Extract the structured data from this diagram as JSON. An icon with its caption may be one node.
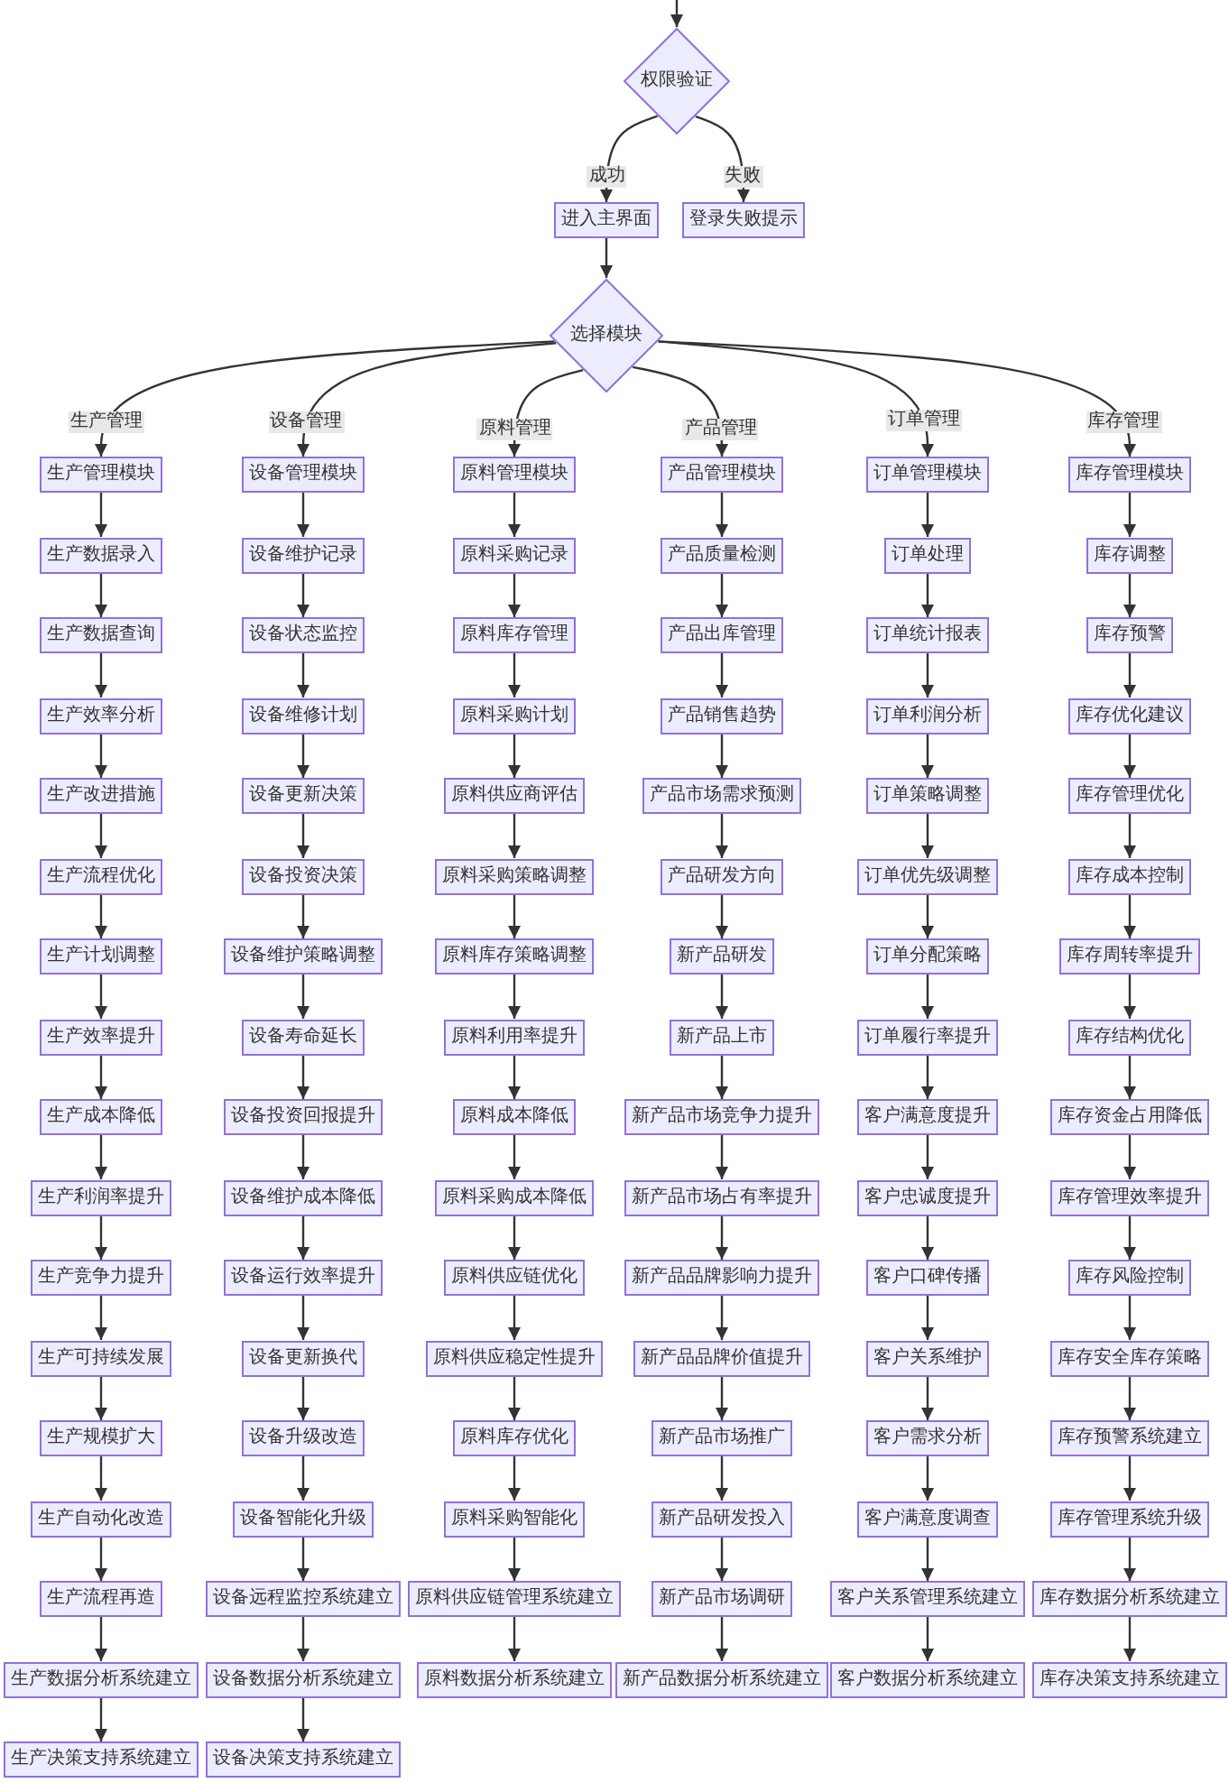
{
  "diagram": {
    "nodes": [
      {
        "text": [
          "权限验证"
        ]
      },
      {
        "text": [
          "进入主界面"
        ]
      },
      {
        "text": [
          "登录失败提示"
        ]
      },
      {
        "text": [
          "选择模块"
        ]
      },
      {
        "text": [
          "生产管理模块"
        ]
      },
      {
        "text": [
          "生产数据录入"
        ]
      },
      {
        "text": [
          "生产数据查询"
        ]
      },
      {
        "text": [
          "生产效率分析"
        ]
      },
      {
        "text": [
          "生产改进措施"
        ]
      },
      {
        "text": [
          "生产流程优化"
        ]
      },
      {
        "text": [
          "生产计划调整"
        ]
      },
      {
        "text": [
          "生产效率提升"
        ]
      },
      {
        "text": [
          "生产成本降低"
        ]
      },
      {
        "text": [
          "生产利润率提升"
        ]
      },
      {
        "text": [
          "生产竞争力提升"
        ]
      },
      {
        "text": [
          "生产可持续发展"
        ]
      },
      {
        "text": [
          "生产规模扩大"
        ]
      },
      {
        "text": [
          "生产自动化改造"
        ]
      },
      {
        "text": [
          "生产流程再造"
        ]
      },
      {
        "text": [
          "生产数据分析系统建立"
        ]
      },
      {
        "text": [
          "生产决策支持系统建立"
        ]
      },
      {
        "text": [
          "设备管理模块"
        ]
      },
      {
        "text": [
          "设备维护记录"
        ]
      },
      {
        "text": [
          "设备状态监控"
        ]
      },
      {
        "text": [
          "设备维修计划"
        ]
      },
      {
        "text": [
          "设备更新决策"
        ]
      },
      {
        "text": [
          "设备投资决策"
        ]
      },
      {
        "text": [
          "设备维护策略调整"
        ]
      },
      {
        "text": [
          "设备寿命延长"
        ]
      },
      {
        "text": [
          "设备投资回报提升"
        ]
      },
      {
        "text": [
          "设备维护成本降低"
        ]
      },
      {
        "text": [
          "设备运行效率提升"
        ]
      },
      {
        "text": [
          "设备更新换代"
        ]
      },
      {
        "text": [
          "设备升级改造"
        ]
      },
      {
        "text": [
          "设备智能化升级"
        ]
      },
      {
        "text": [
          "设备远程监控系统建立"
        ]
      },
      {
        "text": [
          "设备数据分析系统建立"
        ]
      },
      {
        "text": [
          "设备决策支持系统建立"
        ]
      },
      {
        "text": [
          "原料管理模块"
        ]
      },
      {
        "text": [
          "原料采购记录"
        ]
      },
      {
        "text": [
          "原料库存管理"
        ]
      },
      {
        "text": [
          "原料采购计划"
        ]
      },
      {
        "text": [
          "原料供应商评估"
        ]
      },
      {
        "text": [
          "原料采购策略调整"
        ]
      },
      {
        "text": [
          "原料库存策略调整"
        ]
      },
      {
        "text": [
          "原料利用率提升"
        ]
      },
      {
        "text": [
          "原料成本降低"
        ]
      },
      {
        "text": [
          "原料采购成本降低"
        ]
      },
      {
        "text": [
          "原料供应链优化"
        ]
      },
      {
        "text": [
          "原料供应稳定性提升"
        ]
      },
      {
        "text": [
          "原料库存优化"
        ]
      },
      {
        "text": [
          "原料采购智能化"
        ]
      },
      {
        "text": [
          "原料供应链管理系统建立"
        ]
      },
      {
        "text": [
          "原料数据分析系统建立"
        ]
      },
      {
        "text": [
          "产品管理模块"
        ]
      },
      {
        "text": [
          "产品质量检测"
        ]
      },
      {
        "text": [
          "产品出库管理"
        ]
      },
      {
        "text": [
          "产品销售趋势"
        ]
      },
      {
        "text": [
          "产品市场需求预测"
        ]
      },
      {
        "text": [
          "产品研发方向"
        ]
      },
      {
        "text": [
          "新产品研发"
        ]
      },
      {
        "text": [
          "新产品上市"
        ]
      },
      {
        "text": [
          "新产品市场竞争力提升"
        ]
      },
      {
        "text": [
          "新产品市场占有率提升"
        ]
      },
      {
        "text": [
          "新产品品牌影响力提升"
        ]
      },
      {
        "text": [
          "新产品品牌价值提升"
        ]
      },
      {
        "text": [
          "新产品市场推广"
        ]
      },
      {
        "text": [
          "新产品研发投入"
        ]
      },
      {
        "text": [
          "新产品市场调研"
        ]
      },
      {
        "text": [
          "新产品数据分析系统建立"
        ]
      },
      {
        "text": [
          "订单管理模块"
        ]
      },
      {
        "text": [
          "订单处理"
        ]
      },
      {
        "text": [
          "订单统计报表"
        ]
      },
      {
        "text": [
          "订单利润分析"
        ]
      },
      {
        "text": [
          "订单策略调整"
        ]
      },
      {
        "text": [
          "订单优先级调整"
        ]
      },
      {
        "text": [
          "订单分配策略"
        ]
      },
      {
        "text": [
          "订单履行率提升"
        ]
      },
      {
        "text": [
          "客户满意度提升"
        ]
      },
      {
        "text": [
          "客户忠诚度提升"
        ]
      },
      {
        "text": [
          "客户口碑传播"
        ]
      },
      {
        "text": [
          "客户关系维护"
        ]
      },
      {
        "text": [
          "客户需求分析"
        ]
      },
      {
        "text": [
          "客户满意度调查"
        ]
      },
      {
        "text": [
          "客户关系管理系统建立"
        ]
      },
      {
        "text": [
          "客户数据分析系统建立"
        ]
      },
      {
        "text": [
          "库存管理模块"
        ]
      },
      {
        "text": [
          "库存调整"
        ]
      },
      {
        "text": [
          "库存预警"
        ]
      },
      {
        "text": [
          "库存优化建议"
        ]
      },
      {
        "text": [
          "库存管理优化"
        ]
      },
      {
        "text": [
          "库存成本控制"
        ]
      },
      {
        "text": [
          "库存周转率提升"
        ]
      },
      {
        "text": [
          "库存结构优化"
        ]
      },
      {
        "text": [
          "库存资金占用降低"
        ]
      },
      {
        "text": [
          "库存管理效率提升"
        ]
      },
      {
        "text": [
          "库存风险控制"
        ]
      },
      {
        "text": [
          "库存安全库存策略"
        ]
      },
      {
        "text": [
          "库存预警系统建立"
        ]
      },
      {
        "text": [
          "库存管理系统升级"
        ]
      },
      {
        "text": [
          "库存数据分析系统建立"
        ]
      },
      {
        "text": [
          "库存决策支持系统建立"
        ]
      }
    ],
    "edges": [
      {
        "from": null,
        "to": 0,
        "arrow": "to"
      },
      {
        "from": 0,
        "to": 1,
        "label": "成功",
        "arrow": "to"
      },
      {
        "from": 0,
        "to": 2,
        "label": "失败",
        "arrow": "to"
      },
      {
        "from": 1,
        "to": 3,
        "arrow": "to"
      },
      {
        "from": 3,
        "to": 4,
        "label": "生产管理",
        "arrow": "to"
      },
      {
        "from": 3,
        "to": 21,
        "label": "设备管理",
        "arrow": "to"
      },
      {
        "from": 3,
        "to": 38,
        "label": "原料管理",
        "arrow": "to"
      },
      {
        "from": 3,
        "to": 54,
        "label": "产品管理",
        "arrow": "to"
      },
      {
        "from": 3,
        "to": 70,
        "label": "订单管理",
        "arrow": "to"
      },
      {
        "from": 3,
        "to": 86,
        "label": "库存管理",
        "arrow": "to"
      },
      {
        "from": 4,
        "to": 5,
        "arrow": "to"
      },
      {
        "from": 5,
        "to": 6,
        "arrow": "to"
      },
      {
        "from": 6,
        "to": 7,
        "arrow": "to"
      },
      {
        "from": 7,
        "to": 8,
        "arrow": "to"
      },
      {
        "from": 8,
        "to": 9,
        "arrow": "to"
      },
      {
        "from": 9,
        "to": 10,
        "arrow": "to"
      },
      {
        "from": 10,
        "to": 11,
        "arrow": "to"
      },
      {
        "from": 11,
        "to": 12,
        "arrow": "to"
      },
      {
        "from": 12,
        "to": 13,
        "arrow": "to"
      },
      {
        "from": 13,
        "to": 14,
        "arrow": "to"
      },
      {
        "from": 14,
        "to": 15,
        "arrow": "to"
      },
      {
        "from": 15,
        "to": 16,
        "arrow": "to"
      },
      {
        "from": 16,
        "to": 17,
        "arrow": "to"
      },
      {
        "from": 17,
        "to": 18,
        "arrow": "to"
      },
      {
        "from": 18,
        "to": 19,
        "arrow": "to"
      },
      {
        "from": 19,
        "to": 20,
        "arrow": "to"
      },
      {
        "from": 21,
        "to": 22,
        "arrow": "to"
      },
      {
        "from": 22,
        "to": 23,
        "arrow": "to"
      },
      {
        "from": 23,
        "to": 24,
        "arrow": "to"
      },
      {
        "from": 24,
        "to": 25,
        "arrow": "to"
      },
      {
        "from": 25,
        "to": 26,
        "arrow": "to"
      },
      {
        "from": 26,
        "to": 27,
        "arrow": "to"
      },
      {
        "from": 27,
        "to": 28,
        "arrow": "to"
      },
      {
        "from": 28,
        "to": 29,
        "arrow": "to"
      },
      {
        "from": 29,
        "to": 30,
        "arrow": "to"
      },
      {
        "from": 30,
        "to": 31,
        "arrow": "to"
      },
      {
        "from": 31,
        "to": 32,
        "arrow": "to"
      },
      {
        "from": 32,
        "to": 33,
        "arrow": "to"
      },
      {
        "from": 33,
        "to": 34,
        "arrow": "to"
      },
      {
        "from": 34,
        "to": 35,
        "arrow": "to"
      },
      {
        "from": 35,
        "to": 36,
        "arrow": "to"
      },
      {
        "from": 36,
        "to": 37,
        "arrow": "to"
      },
      {
        "from": 38,
        "to": 39,
        "arrow": "to"
      },
      {
        "from": 39,
        "to": 40,
        "arrow": "to"
      },
      {
        "from": 40,
        "to": 41,
        "arrow": "to"
      },
      {
        "from": 41,
        "to": 42,
        "arrow": "to"
      },
      {
        "from": 42,
        "to": 43,
        "arrow": "to"
      },
      {
        "from": 43,
        "to": 44,
        "arrow": "to"
      },
      {
        "from": 44,
        "to": 45,
        "arrow": "to"
      },
      {
        "from": 45,
        "to": 46,
        "arrow": "to"
      },
      {
        "from": 46,
        "to": 47,
        "arrow": "to"
      },
      {
        "from": 47,
        "to": 48,
        "arrow": "to"
      },
      {
        "from": 48,
        "to": 49,
        "arrow": "to"
      },
      {
        "from": 49,
        "to": 50,
        "arrow": "to"
      },
      {
        "from": 50,
        "to": 51,
        "arrow": "to"
      },
      {
        "from": 51,
        "to": 52,
        "arrow": "to"
      },
      {
        "from": 52,
        "to": 53,
        "arrow": "to"
      },
      {
        "from": 54,
        "to": 55,
        "arrow": "to"
      },
      {
        "from": 55,
        "to": 56,
        "arrow": "to"
      },
      {
        "from": 56,
        "to": 57,
        "arrow": "to"
      },
      {
        "from": 57,
        "to": 58,
        "arrow": "to"
      },
      {
        "from": 58,
        "to": 59,
        "arrow": "to"
      },
      {
        "from": 59,
        "to": 60,
        "arrow": "to"
      },
      {
        "from": 60,
        "to": 61,
        "arrow": "to"
      },
      {
        "from": 61,
        "to": 62,
        "arrow": "to"
      },
      {
        "from": 62,
        "to": 63,
        "arrow": "to"
      },
      {
        "from": 63,
        "to": 64,
        "arrow": "to"
      },
      {
        "from": 64,
        "to": 65,
        "arrow": "to"
      },
      {
        "from": 65,
        "to": 66,
        "arrow": "to"
      },
      {
        "from": 66,
        "to": 67,
        "arrow": "to"
      },
      {
        "from": 67,
        "to": 68,
        "arrow": "to"
      },
      {
        "from": 68,
        "to": 69,
        "arrow": "to"
      },
      {
        "from": 70,
        "to": 71,
        "arrow": "to"
      },
      {
        "from": 71,
        "to": 72,
        "arrow": "to"
      },
      {
        "from": 72,
        "to": 73,
        "arrow": "to"
      },
      {
        "from": 73,
        "to": 74,
        "arrow": "to"
      },
      {
        "from": 74,
        "to": 75,
        "arrow": "to"
      },
      {
        "from": 75,
        "to": 76,
        "arrow": "to"
      },
      {
        "from": 76,
        "to": 77,
        "arrow": "to"
      },
      {
        "from": 77,
        "to": 78,
        "arrow": "to"
      },
      {
        "from": 78,
        "to": 79,
        "arrow": "to"
      },
      {
        "from": 79,
        "to": 80,
        "arrow": "to"
      },
      {
        "from": 80,
        "to": 81,
        "arrow": "to"
      },
      {
        "from": 81,
        "to": 82,
        "arrow": "to"
      },
      {
        "from": 82,
        "to": 83,
        "arrow": "to"
      },
      {
        "from": 83,
        "to": 84,
        "arrow": "to"
      },
      {
        "from": 84,
        "to": 85,
        "arrow": "to"
      },
      {
        "from": 86,
        "to": 87,
        "arrow": "to"
      },
      {
        "from": 87,
        "to": 88,
        "arrow": "to"
      },
      {
        "from": 88,
        "to": 89,
        "arrow": "to"
      },
      {
        "from": 89,
        "to": 90,
        "arrow": "to"
      },
      {
        "from": 90,
        "to": 91,
        "arrow": "to"
      },
      {
        "from": 91,
        "to": 92,
        "arrow": "to"
      },
      {
        "from": 92,
        "to": 93,
        "arrow": "to"
      },
      {
        "from": 93,
        "to": 94,
        "arrow": "to"
      },
      {
        "from": 94,
        "to": 95,
        "arrow": "to"
      },
      {
        "from": 95,
        "to": 96,
        "arrow": "to"
      },
      {
        "from": 96,
        "to": 97,
        "arrow": "to"
      },
      {
        "from": 97,
        "to": 98,
        "arrow": "to"
      },
      {
        "from": 98,
        "to": 99,
        "arrow": "to"
      },
      {
        "from": 99,
        "to": 100,
        "arrow": "to"
      },
      {
        "from": 100,
        "to": 101,
        "arrow": "to"
      }
    ]
  }
}
